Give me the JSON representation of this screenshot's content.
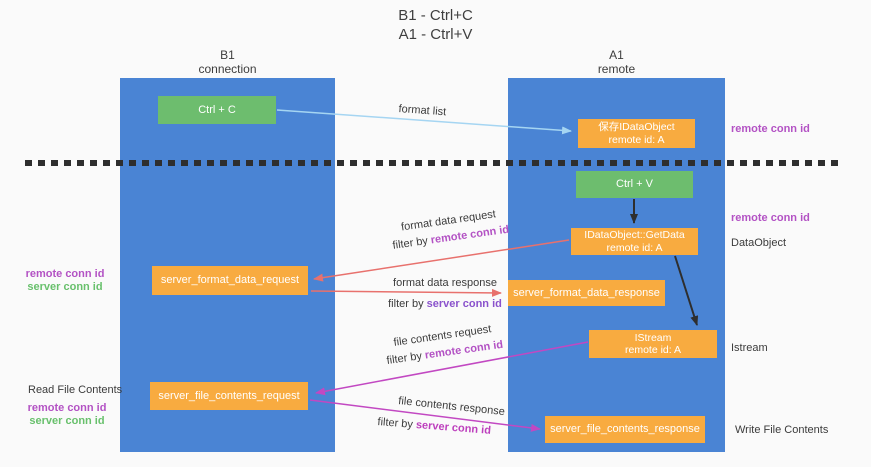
{
  "title": {
    "line1": "B1 - Ctrl+C",
    "line2": "A1 - Ctrl+V"
  },
  "lanes": {
    "left": {
      "name": "B1",
      "subtitle": "connection"
    },
    "right": {
      "name": "A1",
      "subtitle": "remote"
    }
  },
  "boxes": {
    "ctrl_c": {
      "label": "Ctrl + C"
    },
    "ctrl_v": {
      "label": "Ctrl + V"
    },
    "saved_dataobject": {
      "line1": "保存IDataObject",
      "line2": "remote id: A"
    },
    "getdata": {
      "line1": "IDataObject::GetData",
      "line2": "remote id: A"
    },
    "istream": {
      "line1": "IStream",
      "line2": "remote id: A"
    },
    "format_request": {
      "label": "server_format_data_request"
    },
    "format_response": {
      "label": "server_format_data_response"
    },
    "file_request": {
      "label": "server_file_contents_request"
    },
    "file_response": {
      "label": "server_file_contents_response"
    }
  },
  "flow_labels": {
    "format_list": "format list",
    "format_data_request": "format data request",
    "format_data_response": "format data response",
    "file_contents_request": "file contents request",
    "file_contents_response": "file contents response",
    "filter_by": "filter by",
    "remote_conn_id": "remote conn id",
    "server_conn_id": "server conn id"
  },
  "side_labels": {
    "left": {
      "remote_conn_id": "remote conn id",
      "server_conn_id": "server conn id",
      "read_file_contents": "Read File Contents"
    },
    "right": {
      "remote_conn_id_top": "remote conn id",
      "remote_conn_id_mid": "remote conn id",
      "dataobject": "DataObject",
      "istream": "Istream",
      "write_file_contents": "Write File Contents"
    }
  },
  "colors": {
    "bg": "#fafafa",
    "lane_blue": "#4a84d4",
    "box_green": "#6dbd6e",
    "box_orange": "#f8ab40",
    "arrow_blue": "#a5d5f2",
    "arrow_red": "#e8716d",
    "arrow_magenta": "#c248c2",
    "arrow_black": "#2e2e2e",
    "orchid": "#b352c4",
    "violet": "#8a52cc",
    "magenta": "#bd3fbd",
    "green_text": "#68c06c",
    "text_dark": "#3b3b3b"
  }
}
